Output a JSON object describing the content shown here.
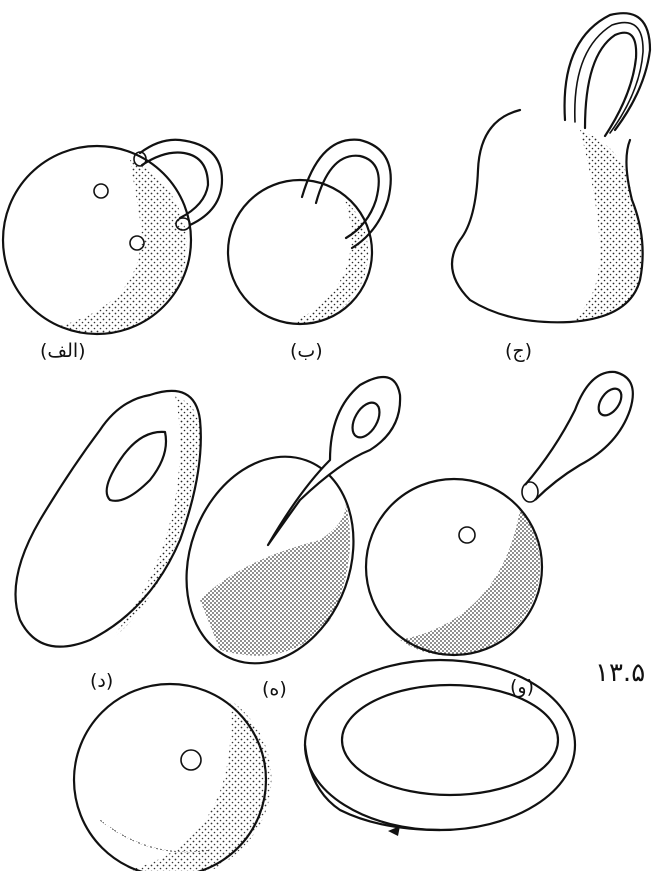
{
  "labels": {
    "a": "(الف)",
    "b": "(ب)",
    "c": "(ج)",
    "d": "(د)",
    "e": "(ه)",
    "f": "(و)"
  },
  "figure_number": "۱۳.۵",
  "colors": {
    "ink": "#111111",
    "paper": "#ffffff"
  }
}
